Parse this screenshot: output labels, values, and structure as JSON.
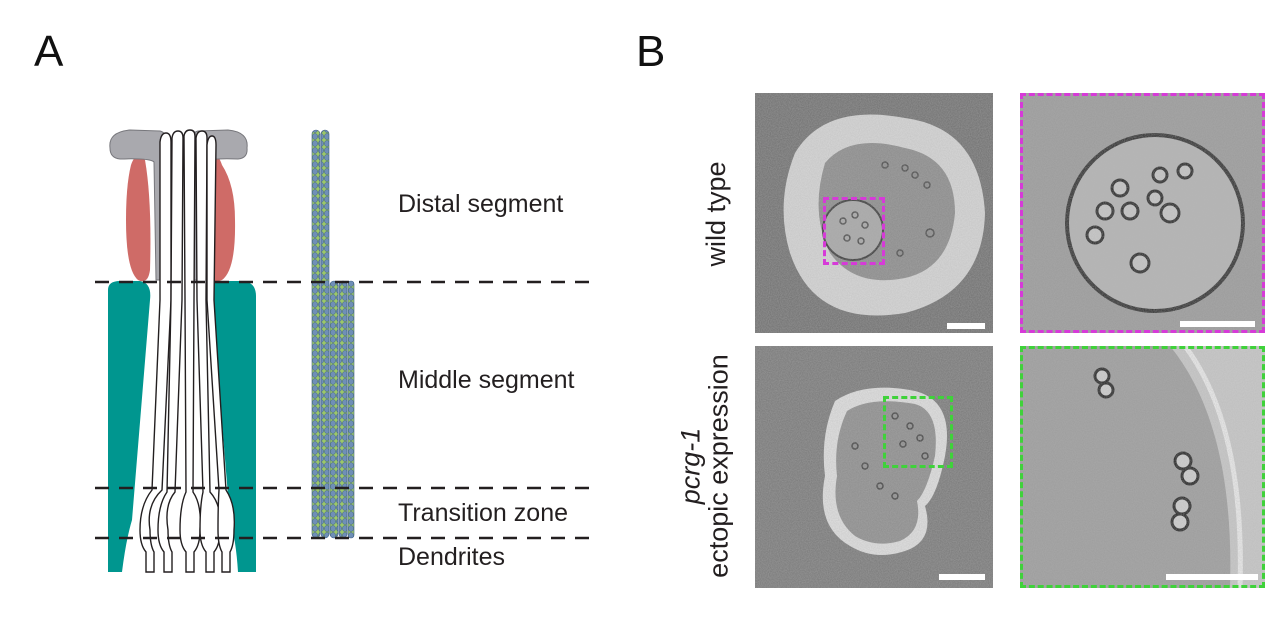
{
  "panels": {
    "a": {
      "letter": "A"
    },
    "b": {
      "letter": "B"
    }
  },
  "segments": [
    {
      "key": "distal",
      "label": "Distal segment"
    },
    {
      "key": "middle",
      "label": "Middle segment"
    },
    {
      "key": "transition",
      "label": "Transition zone"
    },
    {
      "key": "dendrites",
      "label": "Dendrites"
    }
  ],
  "rows": {
    "top": {
      "label": "wild type",
      "inset_color": "#d63ad8"
    },
    "bottom": {
      "label_italic": "pcrg-1",
      "label_plain": "ectopic expression",
      "inset_color": "#3fd23a"
    }
  },
  "colors": {
    "sheath_teal": "#00968f",
    "socket_red": "#cf6b67",
    "cap_gray": "#a9a9ae",
    "microtubule_blue": "#6f8fb7",
    "microtubule_green": "#9cc86a",
    "dash_line": "#231f20"
  }
}
